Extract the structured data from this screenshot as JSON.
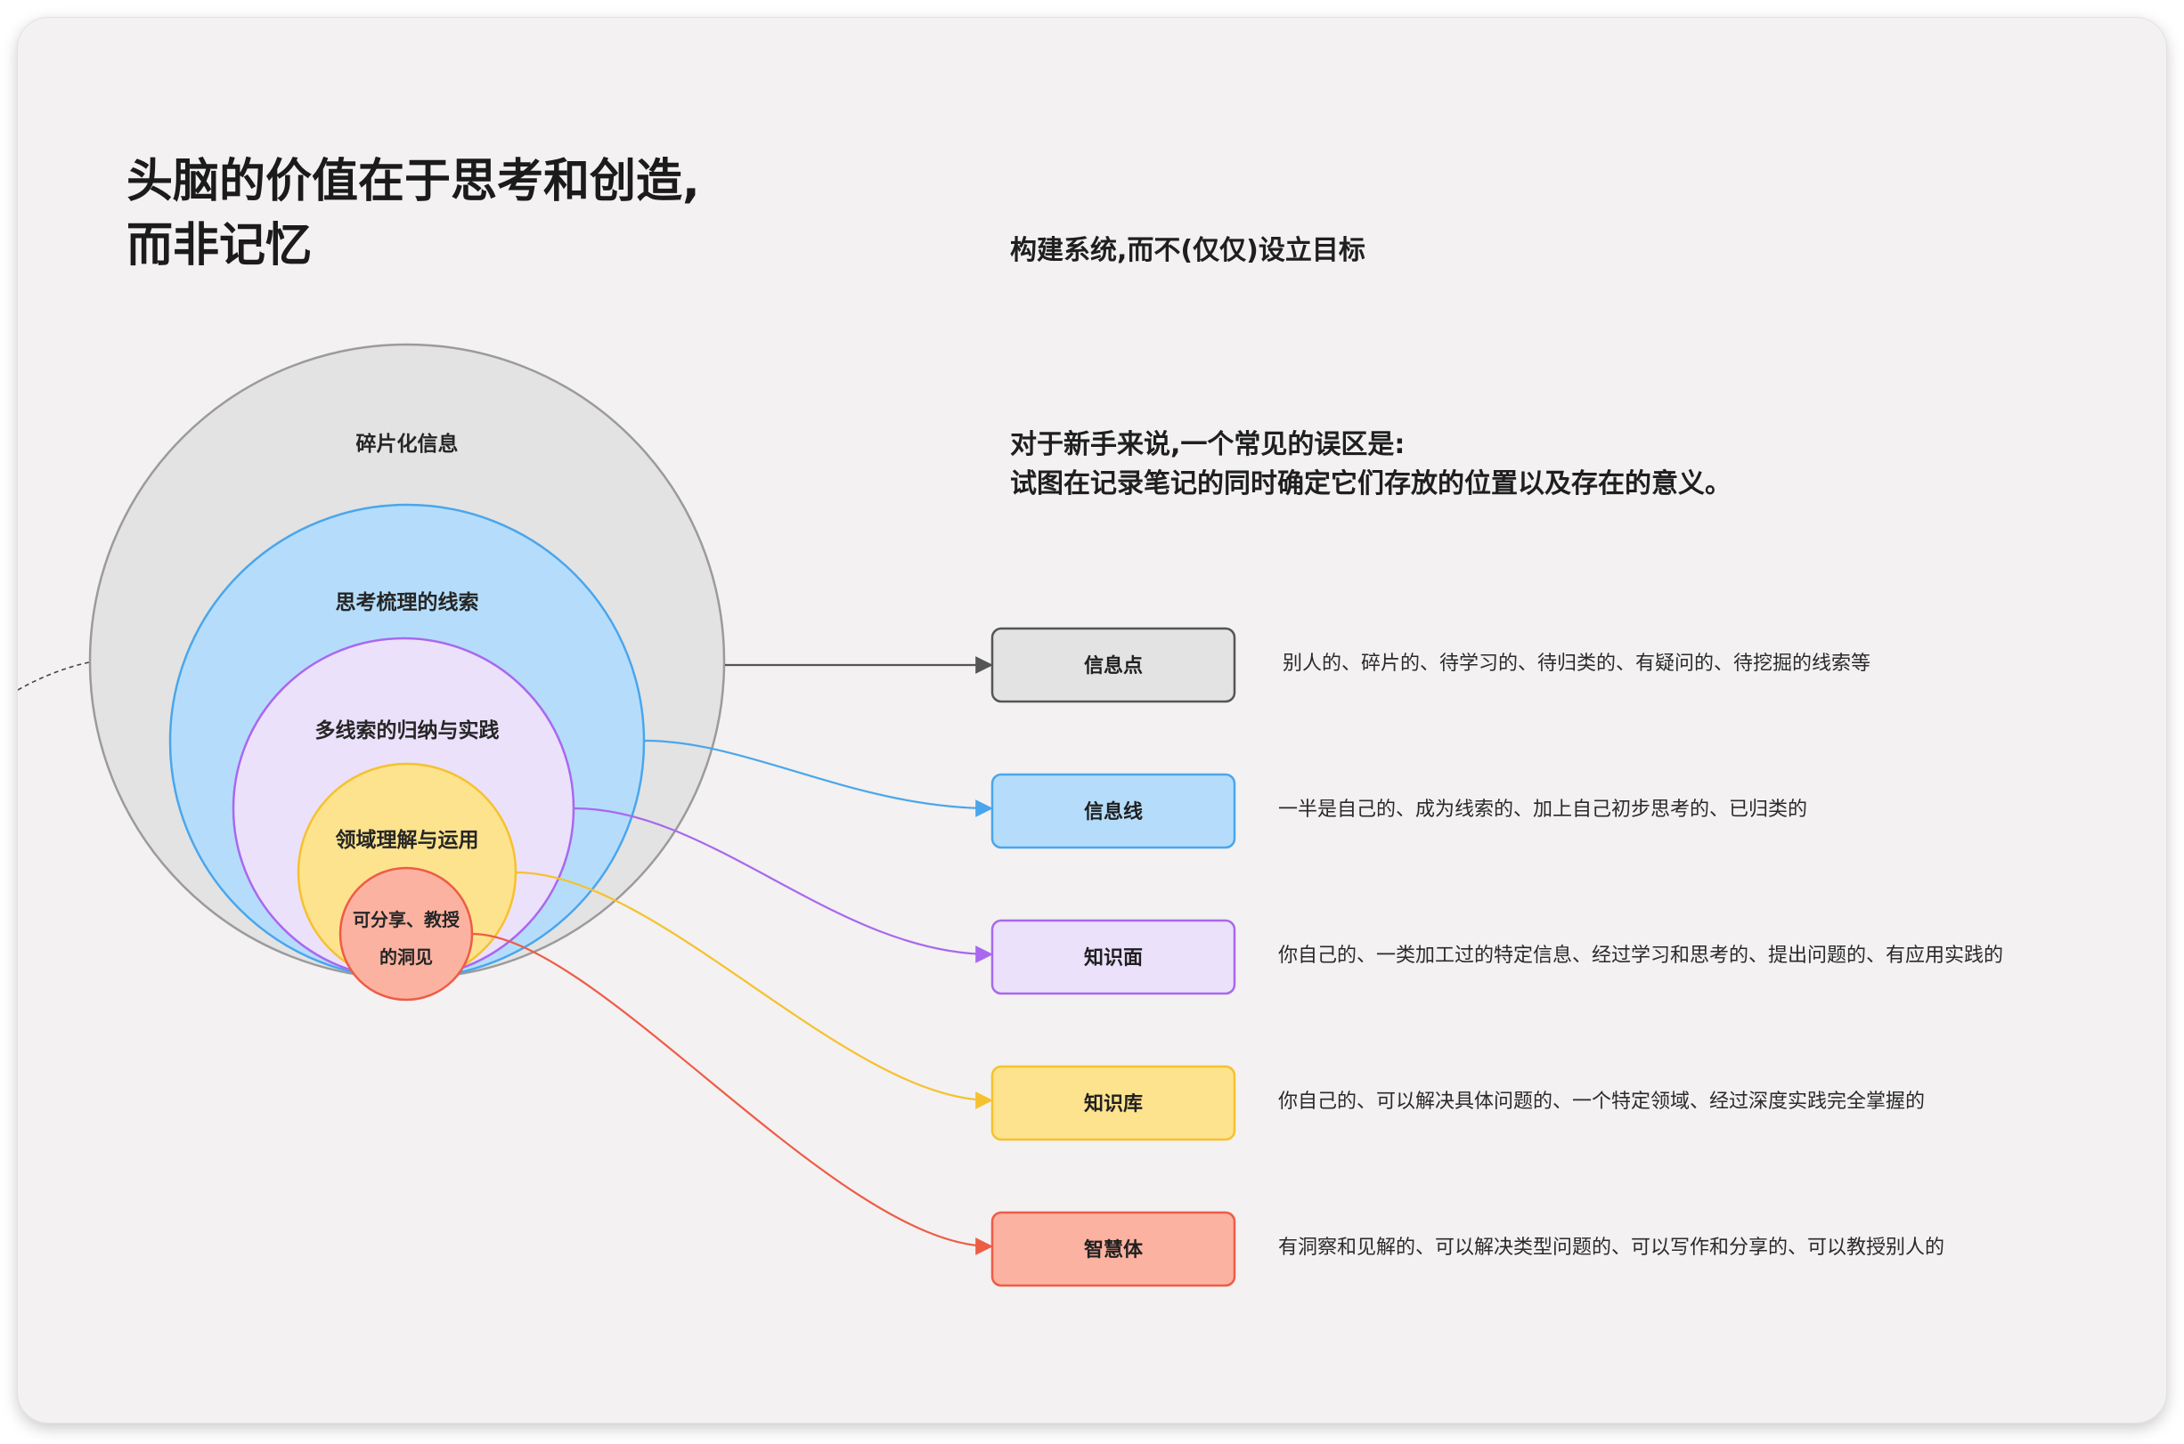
{
  "title_lines": [
    "头脑的价值在于思考和创造,",
    "而非记忆"
  ],
  "system_heading": "构建系统,而不(仅仅)设立目标",
  "misconception": {
    "line1": "对于新手来说,一个常见的误区是:",
    "line2": "试图在记录笔记的同时确定它们存放的位置以及存在的意义。"
  },
  "circles": [
    {
      "label": "碎片化信息",
      "fill": "#e3e3e3",
      "stroke": "#9b9b9b"
    },
    {
      "label": "思考梳理的线索",
      "fill": "#b5ddfb",
      "stroke": "#4aa6ec"
    },
    {
      "label": "多线索的归纳与实践",
      "fill": "#ebe1fb",
      "stroke": "#a968ef"
    },
    {
      "label": "领域理解与运用",
      "fill": "#fde38d",
      "stroke": "#f6c12f"
    },
    {
      "label_lines": [
        "可分享、教授",
        "的洞见"
      ],
      "fill": "#fbb2a1",
      "stroke": "#ee5c46"
    }
  ],
  "levels": [
    {
      "name": "信息点",
      "fill": "#e3e3e3",
      "stroke": "#555555",
      "connector": "#555555",
      "description": "别人的、碎片的、待学习的、待归类的、有疑问的、待挖掘的线索等"
    },
    {
      "name": "信息线",
      "fill": "#b5ddfb",
      "stroke": "#4aa6ec",
      "connector": "#4aa6ec",
      "description": "一半是自己的、成为线索的、加上自己初步思考的、已归类的"
    },
    {
      "name": "知识面",
      "fill": "#ebe1fb",
      "stroke": "#a968ef",
      "connector": "#a968ef",
      "description": "你自己的、一类加工过的特定信息、经过学习和思考的、提出问题的、有应用实践的"
    },
    {
      "name": "知识库",
      "fill": "#fde38d",
      "stroke": "#f6c12f",
      "connector": "#f6c12f",
      "description": "你自己的、可以解决具体问题的、一个特定领域、经过深度实践完全掌握的"
    },
    {
      "name": "智慧体",
      "fill": "#fbb2a1",
      "stroke": "#ee5c46",
      "connector": "#ee5c46",
      "description": "有洞察和见解的、可以解决类型问题的、可以写作和分享的、可以教授别人的"
    }
  ]
}
